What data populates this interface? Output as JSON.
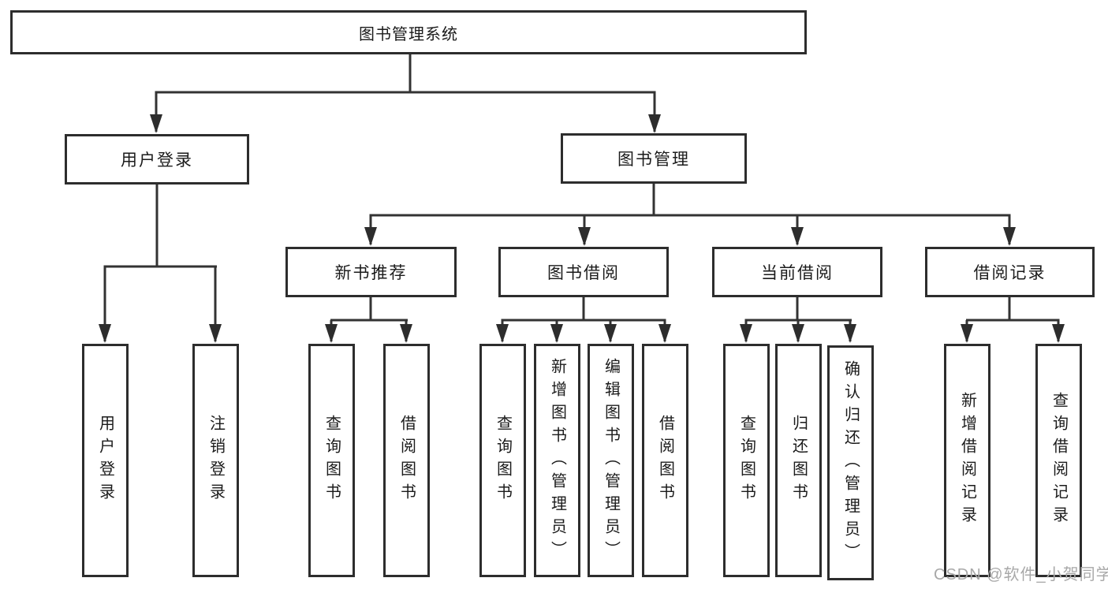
{
  "diagram_title": "图书管理系统",
  "hierarchy": {
    "root": "图书管理系统",
    "children": [
      {
        "label": "用户登录",
        "children": [
          "用户登录",
          "注销登录"
        ]
      },
      {
        "label": "图书管理",
        "children": [
          {
            "label": "新书推荐",
            "children": [
              "查询图书",
              "借阅图书"
            ]
          },
          {
            "label": "图书借阅",
            "children": [
              "查询图书",
              "新增图书（管理员）",
              "编辑图书（管理员）",
              "借阅图书"
            ]
          },
          {
            "label": "当前借阅",
            "children": [
              "查询图书",
              "归还图书",
              "确认归还（管理员）"
            ]
          },
          {
            "label": "借阅记录",
            "children": [
              "新增借阅记录",
              "查询借阅记录"
            ]
          }
        ]
      }
    ]
  },
  "watermark": {
    "text": "CSDN @软件_小贺同学"
  },
  "colors": {
    "line": "#333333",
    "box_border": "#2d2d2d",
    "text": "#1b1b1b",
    "watermark": "#a8a8a8",
    "background": "#ffffff"
  }
}
